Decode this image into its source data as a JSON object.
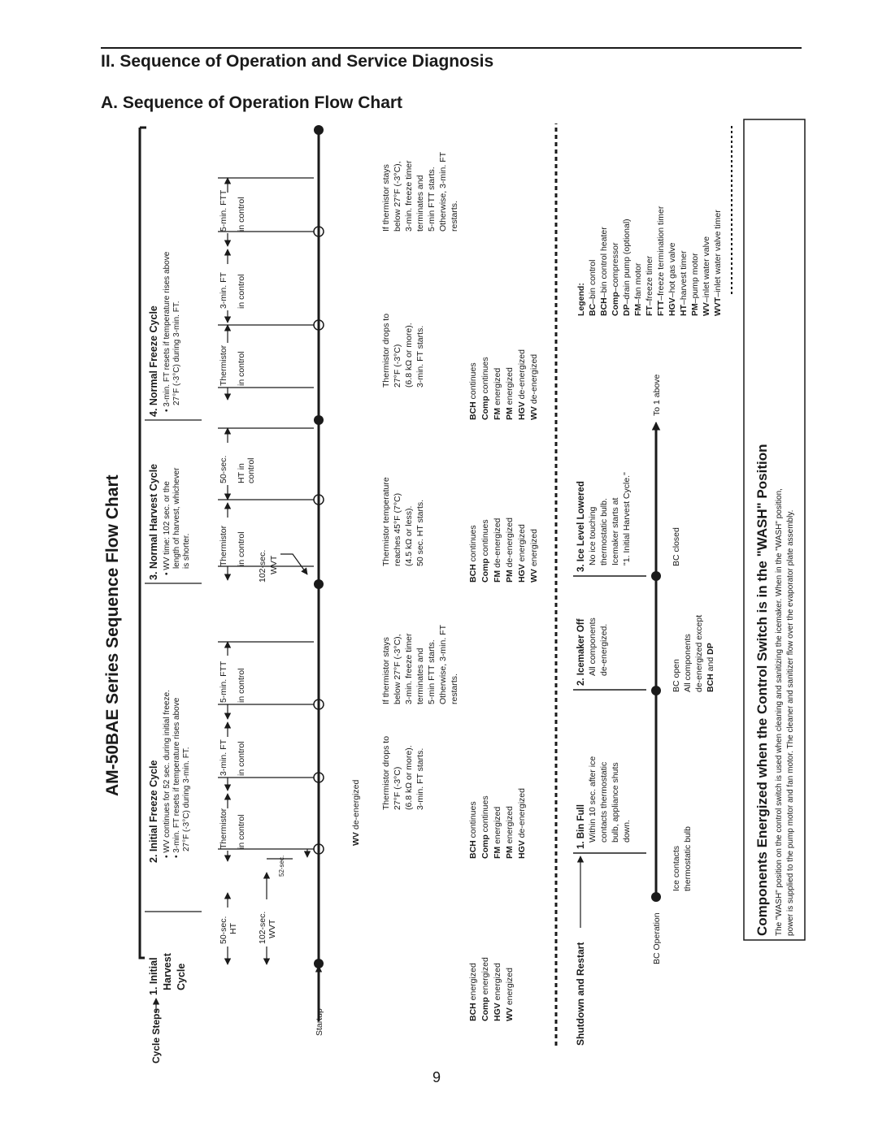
{
  "header": {
    "section_title": "II. Sequence of Operation and Service Diagnosis",
    "subsection_title": "A. Sequence of Operation Flow Chart"
  },
  "chart_title": "AM-50BAE Series Sequence Flow Chart",
  "labels": {
    "cycle_steps": "Cycle Steps",
    "startup": "Startup",
    "shutdown_restart": "Shutdown and Restart",
    "bc_operation": "BC Operation"
  },
  "steps": {
    "initial_harvest": [
      "1. Initial",
      "Harvest",
      "Cycle"
    ],
    "initial_freeze": {
      "title": "2. Initial Freeze Cycle",
      "notes": [
        "• WV continues for 52 sec. during initial freeze.",
        "• 3-min. FT resets if temperature rises above",
        "27°F (-3°C) during 3-min. FT."
      ]
    },
    "normal_harvest": {
      "title": "3. Normal Harvest Cycle",
      "notes": [
        "• WV time: 102 sec. or the",
        "length of harvest, whichever",
        "is shorter."
      ]
    },
    "normal_freeze": {
      "title": "4. Normal Freeze Cycle",
      "notes": [
        "• 3-min. FT resets if temperature rises above",
        "27°F (-3°C) during 3-min. FT."
      ]
    }
  },
  "timers": {
    "s1": {
      "a": [
        "50-sec.",
        "HT"
      ],
      "b": [
        "102-sec.",
        "WVT"
      ]
    },
    "s2": {
      "a": [
        "Thermistor",
        "in control"
      ],
      "b": [
        "3-min. FT",
        "in control"
      ],
      "c": [
        "5-min. FTT",
        "in control"
      ],
      "sec52": "52-sec.",
      "wv_deenergized_b": "WV",
      "wv_deenergized": "de-energized"
    },
    "s3": {
      "a": [
        "Thermistor",
        "in control"
      ],
      "b": [
        "50-sec.",
        "HT in",
        "control"
      ],
      "c": [
        "102-sec.",
        "WVT"
      ]
    },
    "s4": {
      "a": [
        "Thermistor",
        "in control"
      ],
      "b": [
        "3-min. FT",
        "in control"
      ],
      "c": [
        "5-min. FTT",
        "in control"
      ]
    }
  },
  "conditions": {
    "s2a": [
      "Thermistor drops to",
      "27°F (-3°C)",
      "(6.8 kΩ or more).",
      "3-min. FT starts."
    ],
    "s2b": [
      "If thermistor stays",
      "below 27°F (-3°C),",
      "3-min. freeze timer",
      "terminates and",
      "5-min FTT starts.",
      "Otherwise, 3-min. FT",
      "restarts."
    ],
    "s3a": [
      "Thermistor temperature",
      "reaches 45°F (7°C)",
      "(4.5 kΩ or less).",
      "50 sec. HT starts."
    ],
    "s4a": [
      "Thermistor drops to",
      "27°F (-3°C)",
      "(6.8 kΩ or more).",
      "3-min. FT starts."
    ],
    "s4b": [
      "If thermistor stays",
      "below 27°F (-3°C),",
      "3-min. freeze timer",
      "terminates and",
      "5-min FTT starts.",
      "Otherwise, 3-min. FT",
      "restarts."
    ]
  },
  "components": {
    "s1": [
      [
        "BCH",
        " energized"
      ],
      [
        "Comp",
        " energized"
      ],
      [
        "HGV",
        " energized"
      ],
      [
        "WV",
        " energized"
      ]
    ],
    "s2": [
      [
        "BCH",
        " continues"
      ],
      [
        "Comp",
        " continues"
      ],
      [
        "FM",
        " energized"
      ],
      [
        "PM",
        " energized"
      ],
      [
        "HGV",
        " de-energized"
      ]
    ],
    "s3": [
      [
        "BCH",
        " continues"
      ],
      [
        "Comp",
        " continues"
      ],
      [
        "FM",
        " de-energized"
      ],
      [
        "PM",
        " de-energized"
      ],
      [
        "HGV",
        " energized"
      ],
      [
        "WV",
        " energized"
      ]
    ],
    "s4": [
      [
        "BCH",
        " continues"
      ],
      [
        "Comp",
        " continues"
      ],
      [
        "FM",
        " energized"
      ],
      [
        "PM",
        " energized"
      ],
      [
        "HGV",
        " de-energized"
      ],
      [
        "WV",
        " de-energized"
      ]
    ]
  },
  "shutdown": {
    "bin_full": {
      "title": "1. Bin Full",
      "text": [
        "Within 10 sec. after ice",
        "contacts thermostatic",
        "bulb, appliance shuts",
        "down."
      ]
    },
    "icemaker_off": {
      "title": "2. Icemaker Off",
      "text": [
        "All components",
        "de-energized."
      ]
    },
    "ice_level_lowered": {
      "title": "3. Ice Level Lowered",
      "text": [
        "No ice touching",
        "thermostatic bulb.",
        "Icemaker starts at",
        "\"1. Initial Harvest Cycle.\""
      ]
    },
    "bc1": [
      "Ice contacts",
      "thermostatic bulb"
    ],
    "bc2": [
      "BC open",
      "All components",
      "de-energized except"
    ],
    "bc2_last": [
      "BCH",
      " and ",
      "DP"
    ],
    "bc3": "BC closed",
    "bc3_prefix": "BC",
    "to_1_above": "To 1 above"
  },
  "legend": {
    "title": "Legend:",
    "items": [
      [
        "BC",
        "–bin control"
      ],
      [
        "BCH",
        "–bin control heater"
      ],
      [
        "Comp",
        "–compressor"
      ],
      [
        "DP",
        "–drain pump (optional)"
      ],
      [
        "FM",
        "–fan motor"
      ],
      [
        "FT",
        "–freeze timer"
      ],
      [
        "FTT",
        "–freeze termination timer"
      ],
      [
        "HGV",
        "–hot gas valve"
      ],
      [
        "HT",
        "–harvest timer"
      ],
      [
        "PM",
        "–pump motor"
      ],
      [
        "WV",
        "–inlet water valve"
      ],
      [
        "WVT",
        "–inlet water valve timer"
      ]
    ]
  },
  "wash_note": {
    "title": "Components Energized when the Control Switch is in the \"WASH\" Position",
    "text": [
      "The \"WASH\" position on the control switch is used when cleaning and sanitizing the icemaker. When in the \"WASH\" position,",
      "power is supplied to the pump motor and fan motor. The cleaner and sanitizer flow over the evaporator plate assembly."
    ]
  },
  "page_number": "9"
}
